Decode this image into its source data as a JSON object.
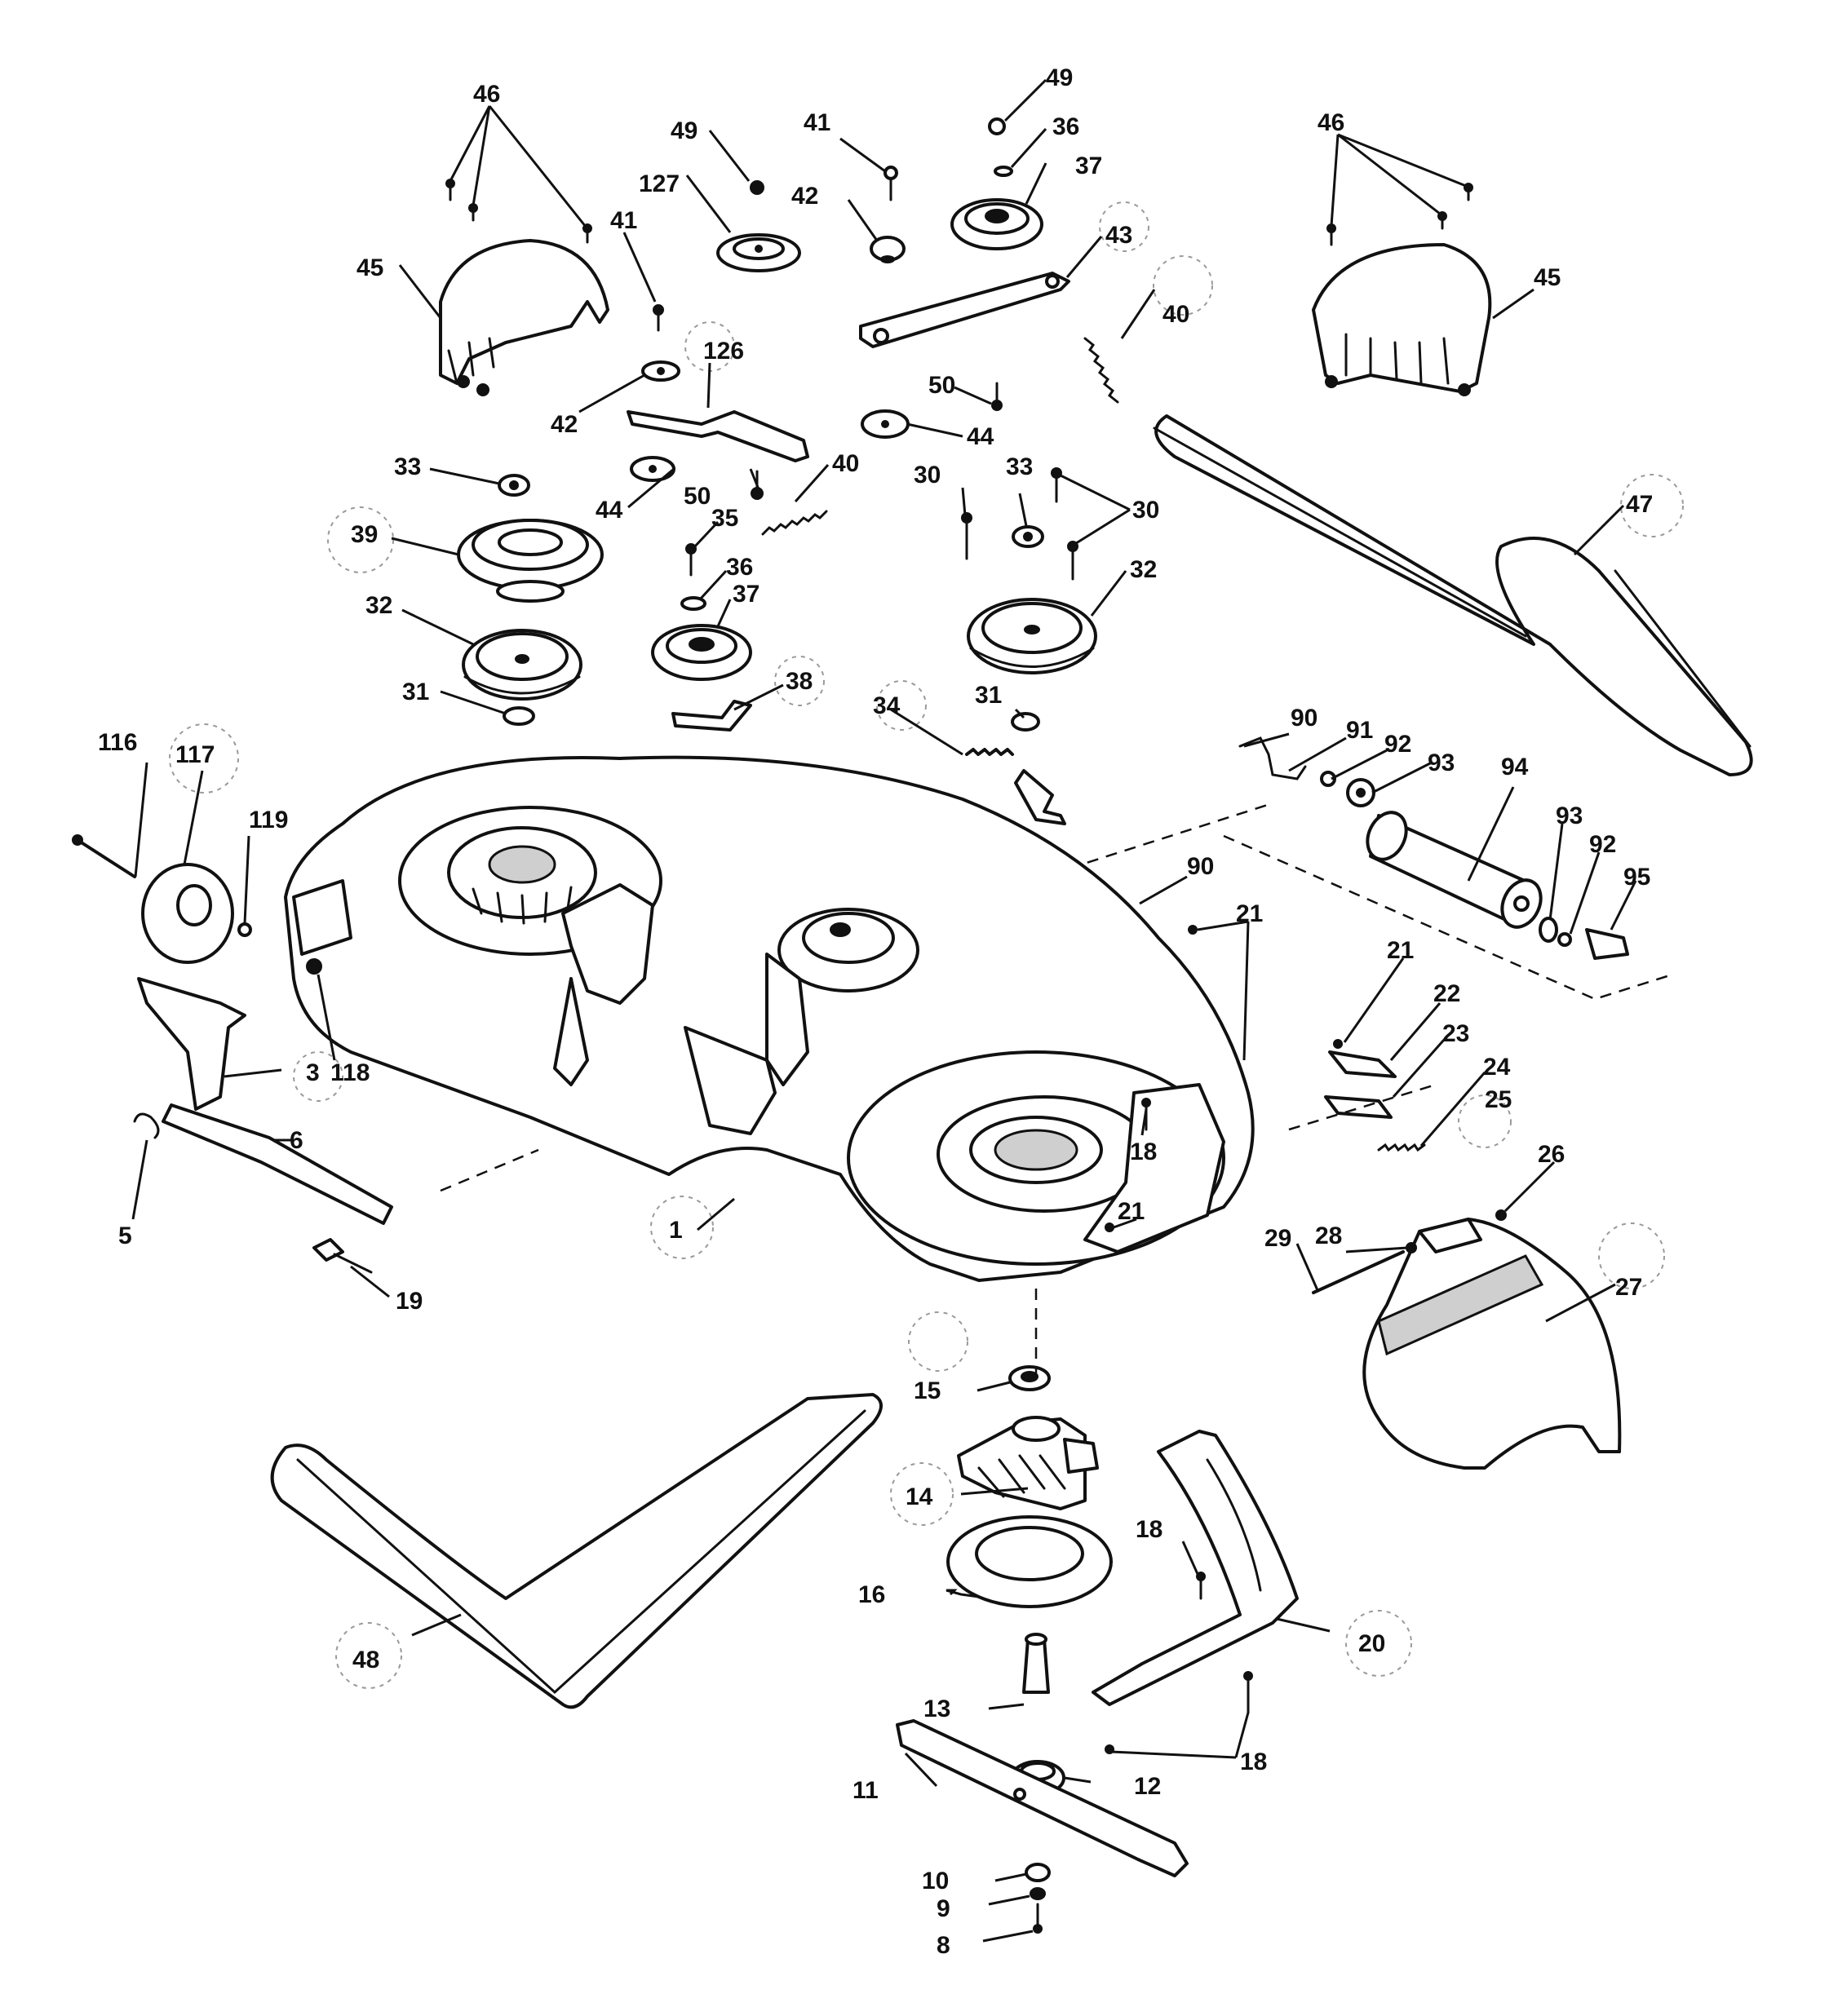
{
  "labels": {
    "l1": "1",
    "l3": "3",
    "l5": "5",
    "l6": "6",
    "l8": "8",
    "l9": "9",
    "l10": "10",
    "l11": "11",
    "l12": "12",
    "l13": "13",
    "l14": "14",
    "l15": "15",
    "l16": "16",
    "l18a": "18",
    "l18b": "18",
    "l18c": "18",
    "l19": "19",
    "l20": "20",
    "l21a": "21",
    "l21b": "21",
    "l21c": "21",
    "l22": "22",
    "l23": "23",
    "l24": "24",
    "l25": "25",
    "l26": "26",
    "l27": "27",
    "l28": "28",
    "l29": "29",
    "l30a": "30",
    "l30b": "30",
    "l31a": "31",
    "l31b": "31",
    "l32a": "32",
    "l32b": "32",
    "l33a": "33",
    "l33b": "33",
    "l34": "34",
    "l35": "35",
    "l36a": "36",
    "l36b": "36",
    "l37a": "37",
    "l37b": "37",
    "l38": "38",
    "l39": "39",
    "l40a": "40",
    "l40b": "40",
    "l41a": "41",
    "l41b": "41",
    "l42a": "42",
    "l42b": "42",
    "l43": "43",
    "l44a": "44",
    "l44b": "44",
    "l45a": "45",
    "l45b": "45",
    "l46a": "46",
    "l46b": "46",
    "l47": "47",
    "l48": "48",
    "l49a": "49",
    "l49b": "49",
    "l50a": "50",
    "l50b": "50",
    "l90a": "90",
    "l90b": "90",
    "l91": "91",
    "l92a": "92",
    "l92b": "92",
    "l93a": "93",
    "l93b": "93",
    "l94": "94",
    "l95": "95",
    "l116": "116",
    "l117": "117",
    "l118": "118",
    "l119": "119",
    "l126": "126",
    "l127": "127"
  }
}
